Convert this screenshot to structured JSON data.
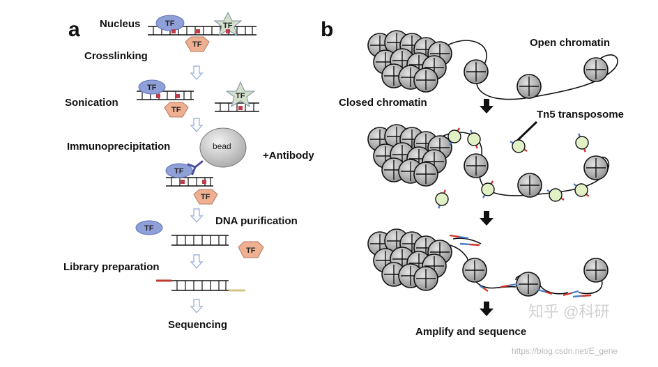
{
  "panel_a": {
    "letter": "a",
    "nucleus": "Nucleus",
    "crosslinking": "Crosslinking",
    "sonication": "Sonication",
    "immunoprecipitation": "Immunoprecipitation",
    "antibody": "+Antibody",
    "bead": "bead",
    "dna_purification": "DNA purification",
    "library_preparation": "Library preparation",
    "sequencing": "Sequencing",
    "tf": "TF"
  },
  "panel_b": {
    "letter": "b",
    "open_chromatin": "Open chromatin",
    "closed_chromatin": "Closed chromatin",
    "tn5": "Tn5 transposome",
    "amplify": "Amplify and sequence"
  },
  "watermarks": {
    "zhihu": "知乎 @科研",
    "csdn": "https://blog.csdn.net/E_gene"
  },
  "colors": {
    "tf_blue": "#8f9fd8",
    "tf_orange": "#efb091",
    "star": "#d4e0cc",
    "nucleosome": "#b9b9b9",
    "tn5_fill": "#e2f0c6",
    "red": "#d0352a",
    "blue": "#4a7cc8",
    "arrow_blue": "#9fb5dc"
  }
}
